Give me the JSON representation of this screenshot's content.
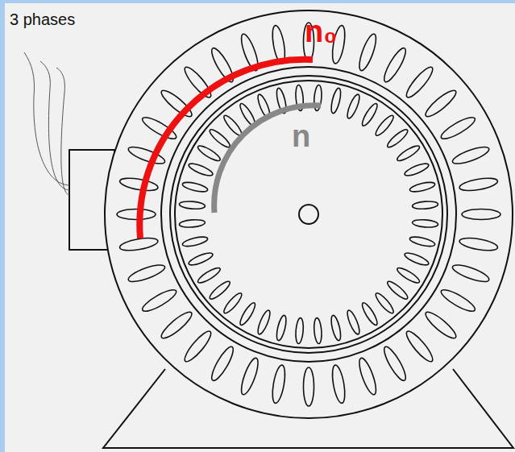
{
  "diagram": {
    "labels": [
      "3 phases",
      "n₀",
      "n"
    ]
  }
}
